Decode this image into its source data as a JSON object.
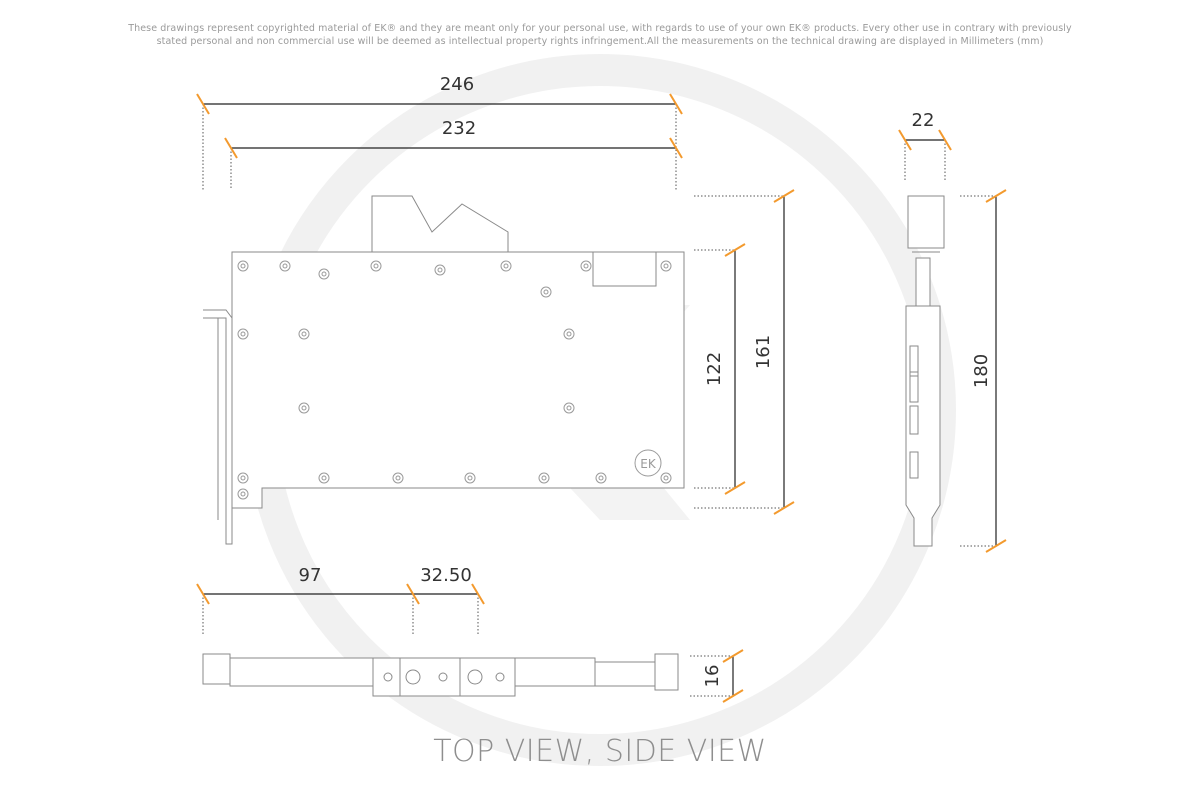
{
  "disclaimer": {
    "line1": "These drawings represent copyrighted material of EK® and they are meant only for your personal use, with regards to use of  your own EK® products. Every other use in contrary with previously",
    "line2": "stated personal and non commercial use will be deemed as intellectual property rights infringement.All the measurements on the technical drawing are displayed in Millimeters (mm)"
  },
  "dimensions": {
    "overall_width": "246",
    "block_width": "232",
    "side_thickness": "22",
    "inner_height": "122",
    "block_height": "161",
    "total_height": "180",
    "port_offset": "97",
    "port_spacing": "32.50",
    "block_depth": "16"
  },
  "logo_text": "EK",
  "view_title": "TOP VIEW, SIDE VIEW",
  "colors": {
    "dimension_tick": "#f39a2e",
    "line": "#222222",
    "watermark": "#f1f1f1",
    "outline": "#8a8a8a"
  }
}
